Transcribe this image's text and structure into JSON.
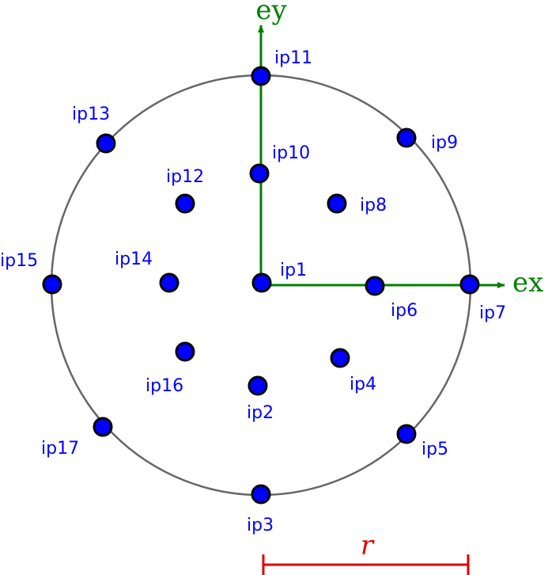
{
  "axes": {
    "x_label": "ex",
    "y_label": "ey",
    "color": "#008000"
  },
  "radius_label": "r",
  "radius_color": "#e00000",
  "circle_color": "#666666",
  "point_color": "#0000ff",
  "points": [
    "ip1",
    "ip2",
    "ip3",
    "ip4",
    "ip5",
    "ip6",
    "ip7",
    "ip8",
    "ip9",
    "ip10",
    "ip11",
    "ip12",
    "ip13",
    "ip14",
    "ip15",
    "ip16",
    "ip17"
  ]
}
